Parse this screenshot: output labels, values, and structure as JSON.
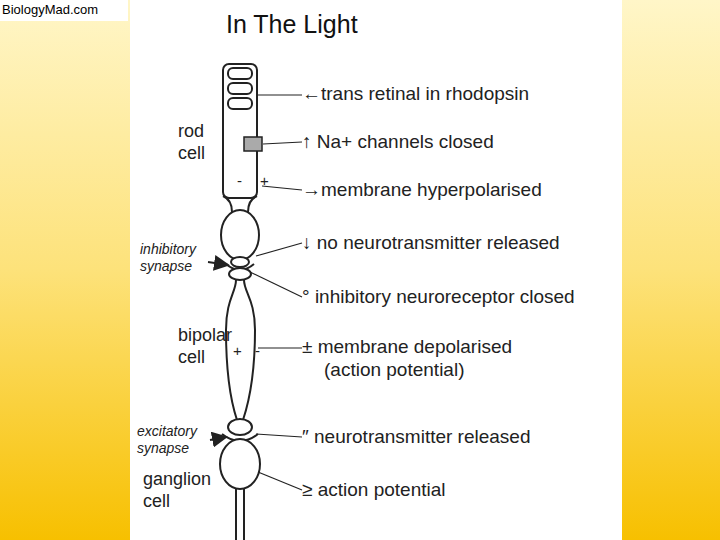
{
  "diagram": {
    "title": "In The Light",
    "labels": [
      "BiologyMad.com",
      "←trans retinal in rhodopsin",
      "rod cell",
      "↑ Na+ channels closed",
      "-",
      "+",
      "→membrane hyperpolarised",
      "↓ no neurotransmitter released",
      "inhibitory synapse",
      "° inhibitory neuroreceptor closed",
      "bipolar cell",
      "+",
      "-",
      "± membrane depolarised (action potential)",
      "excitatory synapse",
      "″ neurotransmitter released",
      "ganglion cell",
      "≥ action potential"
    ]
  }
}
